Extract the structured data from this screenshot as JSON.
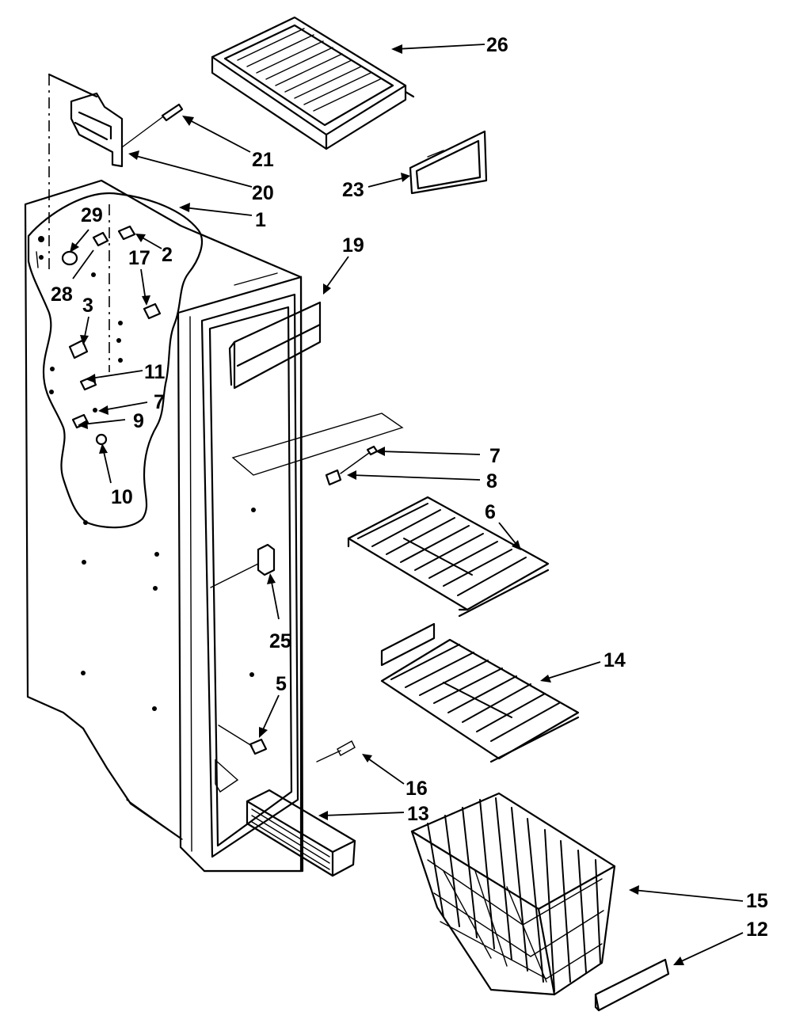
{
  "diagram": {
    "labels": {
      "p1": "1",
      "p2": "2",
      "p3": "3",
      "p5": "5",
      "p6": "6",
      "p7a": "7",
      "p7b": "7",
      "p8": "8",
      "p9": "9",
      "p10": "10",
      "p11": "11",
      "p12": "12",
      "p13": "13",
      "p14": "14",
      "p15": "15",
      "p16": "16",
      "p17": "17",
      "p19": "19",
      "p20": "20",
      "p21": "21",
      "p23": "23",
      "p25": "25",
      "p26": "26",
      "p28": "28",
      "p29": "29"
    }
  }
}
